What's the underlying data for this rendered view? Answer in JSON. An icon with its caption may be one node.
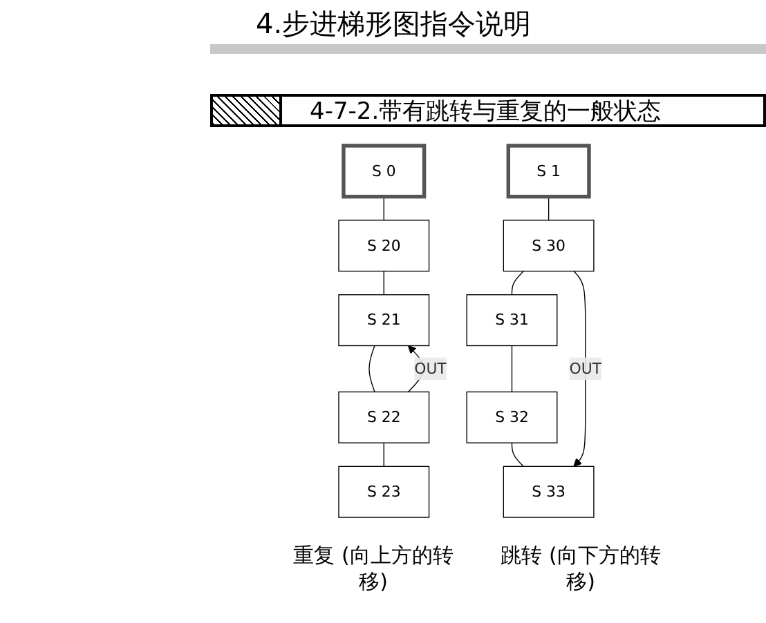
{
  "diagram": {
    "title": "4.步进梯形图指令说明",
    "nodes": [
      {
        "text": [
          "S 0"
        ]
      },
      {
        "text": [
          "S 20"
        ]
      },
      {
        "text": [
          "S 21"
        ]
      },
      {
        "text": [
          "S 22"
        ]
      },
      {
        "text": [
          "S 23"
        ]
      },
      {
        "text": [
          "S 1"
        ]
      },
      {
        "text": [
          "S 30"
        ]
      },
      {
        "text": [
          "S 31"
        ]
      },
      {
        "text": [
          "S 32"
        ]
      },
      {
        "text": [
          "S 33"
        ]
      }
    ],
    "edges": [
      {
        "from": 0,
        "to": 1,
        "arrow": "none"
      },
      {
        "from": 1,
        "to": 2,
        "arrow": "none"
      },
      {
        "from": 2,
        "to": 3,
        "arrow": "none"
      },
      {
        "from": 3,
        "to": 4,
        "arrow": "none"
      },
      {
        "from": 3,
        "to": 2,
        "arrow": "to",
        "label": "OUT"
      },
      {
        "from": 5,
        "to": 6,
        "arrow": "none"
      },
      {
        "from": 6,
        "to": 7,
        "arrow": "none"
      },
      {
        "from": 7,
        "to": 8,
        "arrow": "none"
      },
      {
        "from": 8,
        "to": 9,
        "arrow": "none"
      },
      {
        "from": 6,
        "to": 9,
        "arrow": "to",
        "label": "OUT"
      }
    ],
    "labels": [
      "4-7-2.带有跳转与重复的一般状态",
      "重复 (向上方的转移)",
      "跳转 (向下方的转移)"
    ]
  }
}
